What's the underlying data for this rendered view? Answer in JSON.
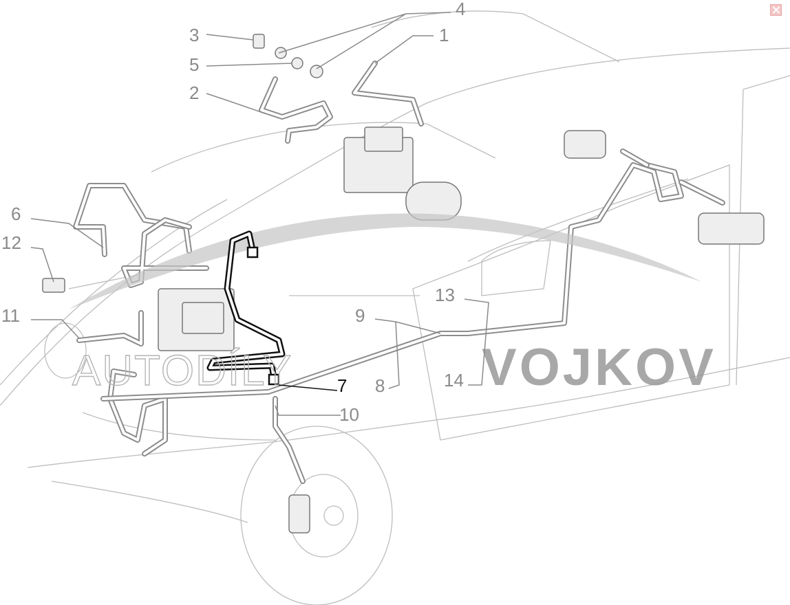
{
  "diagram": {
    "callouts": [
      {
        "id": "1",
        "label": "1"
      },
      {
        "id": "2",
        "label": "2"
      },
      {
        "id": "3",
        "label": "3"
      },
      {
        "id": "4",
        "label": "4"
      },
      {
        "id": "5",
        "label": "5"
      },
      {
        "id": "6",
        "label": "6"
      },
      {
        "id": "7",
        "label": "7",
        "highlighted": true
      },
      {
        "id": "8",
        "label": "8"
      },
      {
        "id": "9",
        "label": "9"
      },
      {
        "id": "10",
        "label": "10"
      },
      {
        "id": "11",
        "label": "11"
      },
      {
        "id": "12",
        "label": "12"
      },
      {
        "id": "13",
        "label": "13"
      },
      {
        "id": "14",
        "label": "14"
      }
    ],
    "watermark": "AUTODÍLY VOJKOV",
    "watermark_parts": {
      "light": "AUTODÍLY",
      "bold": "VOJKOV"
    }
  },
  "colors": {
    "highlight": "#111111",
    "line": "#8a8a8a",
    "close": "#f3c6c6"
  },
  "icons": {
    "close": "close-icon"
  }
}
